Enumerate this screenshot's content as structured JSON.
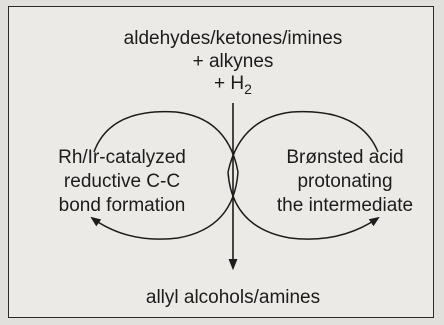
{
  "reactants": {
    "line1": "aldehydes/ketones/imines",
    "line2": "+ alkynes",
    "line3_prefix": "+ H",
    "line3_sub": "2"
  },
  "left_cycle": {
    "line1": "Rh/Ir-catalyzed",
    "line2": "reductive C-C",
    "line3": "bond formation"
  },
  "right_cycle": {
    "line1": "Brønsted acid",
    "line2": "protonating",
    "line3": "the intermediate"
  },
  "product": {
    "label": "allyl alcohols/amines"
  },
  "colors": {
    "ink": "#1c1c1c",
    "paper": "#e2e0dc"
  }
}
